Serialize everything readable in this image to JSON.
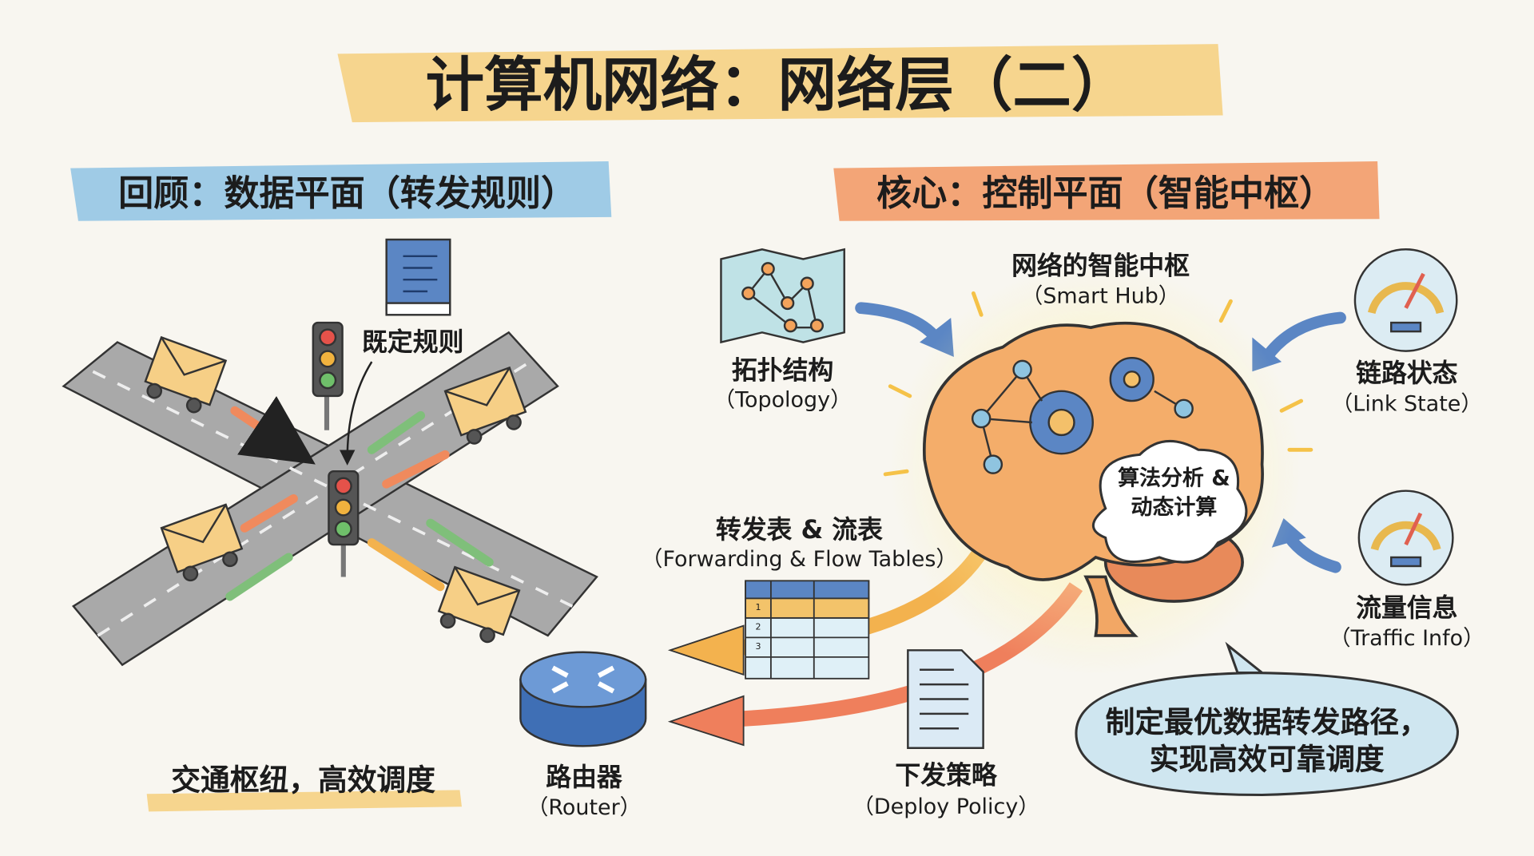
{
  "title": "计算机网络：网络层（二）",
  "left_section": {
    "heading": "回顾：数据平面（转发规则）",
    "rules_label": "既定规则",
    "caption": "交通枢纽，高效调度"
  },
  "right_section": {
    "heading": "核心：控制平面（智能中枢）",
    "hub": {
      "zh": "网络的智能中枢",
      "en": "（Smart Hub）"
    },
    "cloud": {
      "line1": "算法分析 &",
      "line2": "动态计算"
    },
    "topology": {
      "zh": "拓扑结构",
      "en": "（Topology）"
    },
    "link_state": {
      "zh": "链路状态",
      "en": "（Link State）"
    },
    "traffic": {
      "zh": "流量信息",
      "en": "（Traffic Info）"
    },
    "tables": {
      "zh": "转发表 & 流表",
      "en": "（Forwarding & Flow Tables）",
      "rows": [
        "1",
        "2",
        "3"
      ]
    },
    "policy": {
      "zh": "下发策略",
      "en": "（Deploy Policy）"
    },
    "router": {
      "zh": "路由器",
      "en": "（Router）"
    },
    "bubble": {
      "line1": "制定最优数据转发路径，",
      "line2": "实现高效可靠调度"
    }
  },
  "colors": {
    "yellow": "#f6d58e",
    "blue": "#9fcbe6",
    "orange": "#f3a577",
    "brain": "#f2a765",
    "gear": "#5b86c4",
    "road": "#a9a9a9"
  }
}
